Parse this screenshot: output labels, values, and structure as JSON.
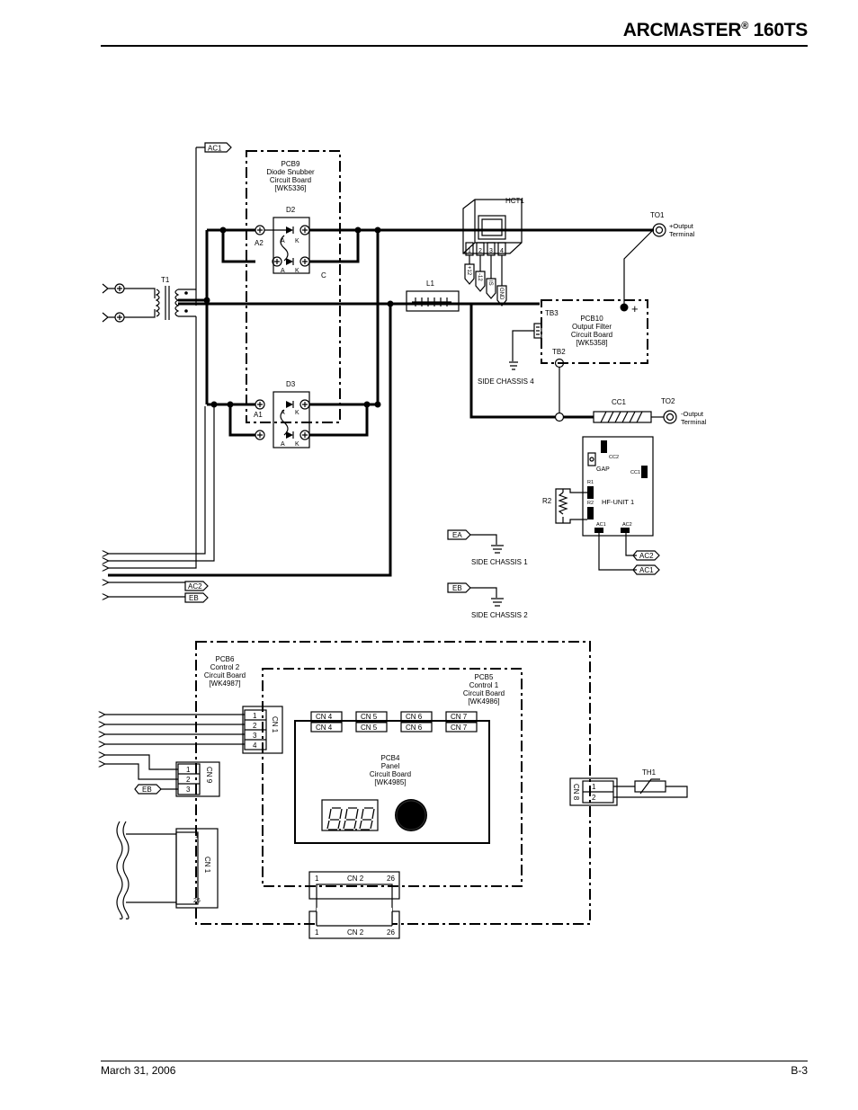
{
  "header": {
    "title_main": "ARCMASTER",
    "title_reg": "®",
    "title_model": " 160TS"
  },
  "footer": {
    "date": "March 31, 2006",
    "page": "B-3"
  },
  "labels": {
    "ac1": "AC1",
    "ac2": "AC2",
    "ea": "EA",
    "eb": "EB",
    "pcb9": [
      "PCB9",
      "Diode Snubber",
      "Circuit  Board",
      "[WK5336]"
    ],
    "d2": "D2",
    "d3": "D3",
    "a1": "A1",
    "a2": "A2",
    "c": "C",
    "a": "A",
    "k": "K",
    "t1": "T1",
    "l1": "L1",
    "hct1": "HCT1",
    "hct_pins": [
      "1",
      "2",
      "3",
      "4"
    ],
    "hct_taps": [
      "+12",
      "-12",
      "IS",
      "GND"
    ],
    "to1": "TO1",
    "to1_desc": [
      "+Output",
      "Terminal"
    ],
    "to2": "TO2",
    "to2_desc": [
      "-Output",
      "Terminal"
    ],
    "plus": "+",
    "tb3": "TB3",
    "tb2": "TB2",
    "pcb10": [
      "PCB10",
      "Output Filter",
      "Circuit  Board",
      "[WK5358]"
    ],
    "side_chassis_4": "SIDE CHASSIS   4",
    "side_chassis_1": "SIDE CHASSIS   1",
    "side_chassis_2": "SIDE CHASSIS   2",
    "cc1": "CC1",
    "cc2": "CC2",
    "gap": "GAP",
    "r1": "R1",
    "r2": "R2",
    "r2_small": "R2",
    "hf_unit": "HF-UNIT  1",
    "pcb6": [
      "PCB6",
      "Control 2",
      "Circuit  Board",
      "[WK4987]"
    ],
    "pcb5": [
      "PCB5",
      "Control  1",
      "Circuit  Board",
      "[WK4986]"
    ],
    "pcb4": [
      "PCB4",
      "Panel",
      "Circuit  Board",
      "[WK4985]"
    ],
    "cn1": "CN 1",
    "cn9": "CN 9",
    "cn8": "CN 8",
    "cn2": "CN 2",
    "cn4": "CN 4",
    "cn5": "CN 5",
    "cn6": "CN 6",
    "cn7": "CN 7",
    "th1": "TH1",
    "pin1": "1",
    "pin2": "2",
    "pin3": "3",
    "pin4": "4",
    "pin26": "26"
  }
}
